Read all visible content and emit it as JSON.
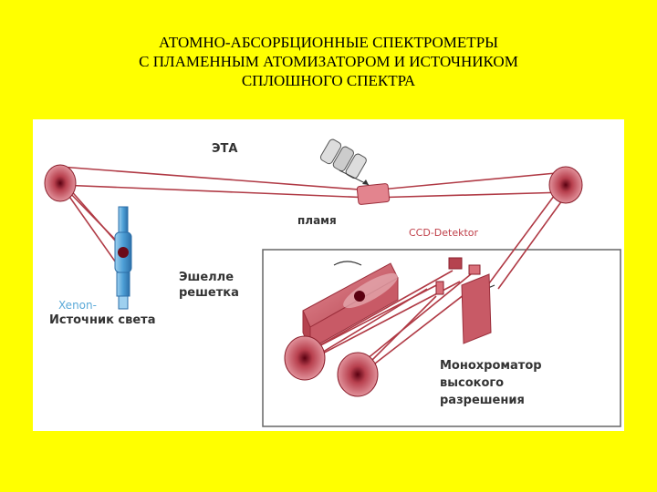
{
  "title": {
    "line1": "АТОМНО-АБСОРБЦИОННЫЕ СПЕКТРОМЕТРЫ",
    "line2": "С ПЛАМЕННЫМ АТОМИЗАТОРОМ И ИСТОЧНИКОМ",
    "line3": "СПЛОШНОГО СПЕКТРА"
  },
  "labels": {
    "eta": "ЭТА",
    "flame": "пламя",
    "ccd": "CCD-Detektor",
    "echelle_1": "Эшелле",
    "echelle_2": "решетка",
    "xenon": "Xenon-",
    "source": "Источник света",
    "mono_1": "Монохроматор",
    "mono_2": "высокого",
    "mono_3": "разрешения"
  },
  "colors": {
    "background": "#ffff00",
    "beam": "#b03a45",
    "optic": "#d9707a",
    "optic_dark": "#8a1f2c",
    "lamp": "#5aa9d8",
    "label": "#333333",
    "label_red": "#c0404a"
  }
}
